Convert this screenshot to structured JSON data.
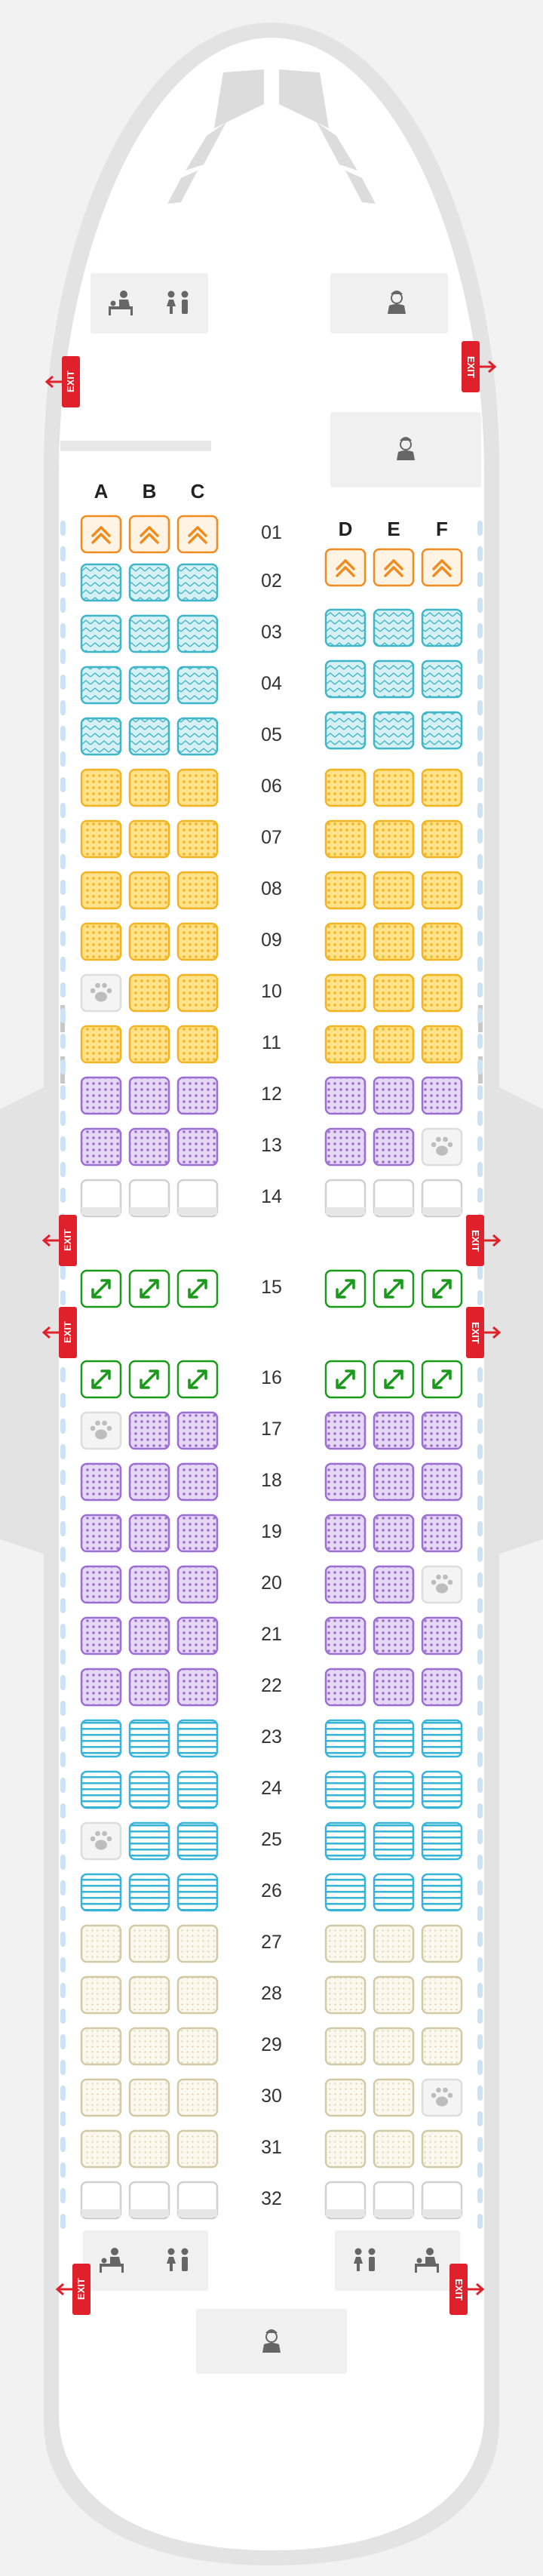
{
  "columns_left": [
    "A",
    "B",
    "C"
  ],
  "columns_right": [
    "D",
    "E",
    "F"
  ],
  "exit_label": "EXIT",
  "colors": {
    "fuselage": "#e3e3e3",
    "cabin": "#ffffff",
    "exit": "#e0202a",
    "orange": "#f08c1e",
    "teal": "#3fb6c8",
    "yellow": "#f2b423",
    "purple": "#9b6fd1",
    "empty": "#d0d0d0",
    "green": "#1a9a1a",
    "blue": "#35b3d9",
    "beige": "#d4c9a5",
    "window": "#cde3f5"
  },
  "seat_types": {
    "premium": "orange chevron",
    "extra": "teal zigzag",
    "standard_front": "yellow dots",
    "standard": "purple dots",
    "blocked": "empty grey",
    "exit_row": "green arrow",
    "stripe": "blue stripes",
    "rear": "beige dots",
    "pet": "pet paw"
  },
  "rows": [
    {
      "n": "01",
      "left": [
        "premium",
        "premium",
        "premium"
      ],
      "right": []
    },
    {
      "n": "02",
      "left": [
        "extra",
        "extra",
        "extra"
      ],
      "right": [
        "premium",
        "premium",
        "premium"
      ]
    },
    {
      "n": "03",
      "left": [
        "extra",
        "extra",
        "extra"
      ],
      "right": [
        "extra",
        "extra",
        "extra"
      ]
    },
    {
      "n": "04",
      "left": [
        "extra",
        "extra",
        "extra"
      ],
      "right": [
        "extra",
        "extra",
        "extra"
      ]
    },
    {
      "n": "05",
      "left": [
        "extra",
        "extra",
        "extra"
      ],
      "right": [
        "extra",
        "extra",
        "extra"
      ]
    },
    {
      "n": "06",
      "left": [
        "standard_front",
        "standard_front",
        "standard_front"
      ],
      "right": [
        "standard_front",
        "standard_front",
        "standard_front"
      ]
    },
    {
      "n": "07",
      "left": [
        "standard_front",
        "standard_front",
        "standard_front"
      ],
      "right": [
        "standard_front",
        "standard_front",
        "standard_front"
      ]
    },
    {
      "n": "08",
      "left": [
        "standard_front",
        "standard_front",
        "standard_front"
      ],
      "right": [
        "standard_front",
        "standard_front",
        "standard_front"
      ]
    },
    {
      "n": "09",
      "left": [
        "standard_front",
        "standard_front",
        "standard_front"
      ],
      "right": [
        "standard_front",
        "standard_front",
        "standard_front"
      ]
    },
    {
      "n": "10",
      "left": [
        "pet",
        "standard_front",
        "standard_front"
      ],
      "right": [
        "standard_front",
        "standard_front",
        "standard_front"
      ]
    },
    {
      "n": "11",
      "left": [
        "standard_front",
        "standard_front",
        "standard_front"
      ],
      "right": [
        "standard_front",
        "standard_front",
        "standard_front"
      ]
    },
    {
      "n": "12",
      "left": [
        "standard",
        "standard",
        "standard"
      ],
      "right": [
        "standard",
        "standard",
        "standard"
      ]
    },
    {
      "n": "13",
      "left": [
        "standard",
        "standard",
        "standard"
      ],
      "right": [
        "standard",
        "standard",
        "pet"
      ]
    },
    {
      "n": "14",
      "left": [
        "blocked",
        "blocked",
        "blocked"
      ],
      "right": [
        "blocked",
        "blocked",
        "blocked"
      ]
    },
    {
      "n": "15",
      "left": [
        "exit_row",
        "exit_row",
        "exit_row"
      ],
      "right": [
        "exit_row",
        "exit_row",
        "exit_row"
      ]
    },
    {
      "n": "16",
      "left": [
        "exit_row",
        "exit_row",
        "exit_row"
      ],
      "right": [
        "exit_row",
        "exit_row",
        "exit_row"
      ]
    },
    {
      "n": "17",
      "left": [
        "pet",
        "standard",
        "standard"
      ],
      "right": [
        "standard",
        "standard",
        "standard"
      ]
    },
    {
      "n": "18",
      "left": [
        "standard",
        "standard",
        "standard"
      ],
      "right": [
        "standard",
        "standard",
        "standard"
      ]
    },
    {
      "n": "19",
      "left": [
        "standard",
        "standard",
        "standard"
      ],
      "right": [
        "standard",
        "standard",
        "standard"
      ]
    },
    {
      "n": "20",
      "left": [
        "standard",
        "standard",
        "standard"
      ],
      "right": [
        "standard",
        "standard",
        "pet"
      ]
    },
    {
      "n": "21",
      "left": [
        "standard",
        "standard",
        "standard"
      ],
      "right": [
        "standard",
        "standard",
        "standard"
      ]
    },
    {
      "n": "22",
      "left": [
        "standard",
        "standard",
        "standard"
      ],
      "right": [
        "standard",
        "standard",
        "standard"
      ]
    },
    {
      "n": "23",
      "left": [
        "stripe",
        "stripe",
        "stripe"
      ],
      "right": [
        "stripe",
        "stripe",
        "stripe"
      ]
    },
    {
      "n": "24",
      "left": [
        "stripe",
        "stripe",
        "stripe"
      ],
      "right": [
        "stripe",
        "stripe",
        "stripe"
      ]
    },
    {
      "n": "25",
      "left": [
        "pet",
        "stripe",
        "stripe"
      ],
      "right": [
        "stripe",
        "stripe",
        "stripe"
      ]
    },
    {
      "n": "26",
      "left": [
        "stripe",
        "stripe",
        "stripe"
      ],
      "right": [
        "stripe",
        "stripe",
        "stripe"
      ]
    },
    {
      "n": "27",
      "left": [
        "rear",
        "rear",
        "rear"
      ],
      "right": [
        "rear",
        "rear",
        "rear"
      ]
    },
    {
      "n": "28",
      "left": [
        "rear",
        "rear",
        "rear"
      ],
      "right": [
        "rear",
        "rear",
        "rear"
      ]
    },
    {
      "n": "29",
      "left": [
        "rear",
        "rear",
        "rear"
      ],
      "right": [
        "rear",
        "rear",
        "rear"
      ]
    },
    {
      "n": "30",
      "left": [
        "rear",
        "rear",
        "rear"
      ],
      "right": [
        "rear",
        "rear",
        "pet"
      ]
    },
    {
      "n": "31",
      "left": [
        "rear",
        "rear",
        "rear"
      ],
      "right": [
        "rear",
        "rear",
        "rear"
      ]
    },
    {
      "n": "32",
      "left": [
        "blocked",
        "blocked",
        "blocked"
      ],
      "right": [
        "blocked",
        "blocked",
        "blocked"
      ]
    }
  ],
  "facility_icons": [
    {
      "name": "baby-changing-icon"
    },
    {
      "name": "lavatory-icon"
    },
    {
      "name": "crew-icon"
    }
  ]
}
